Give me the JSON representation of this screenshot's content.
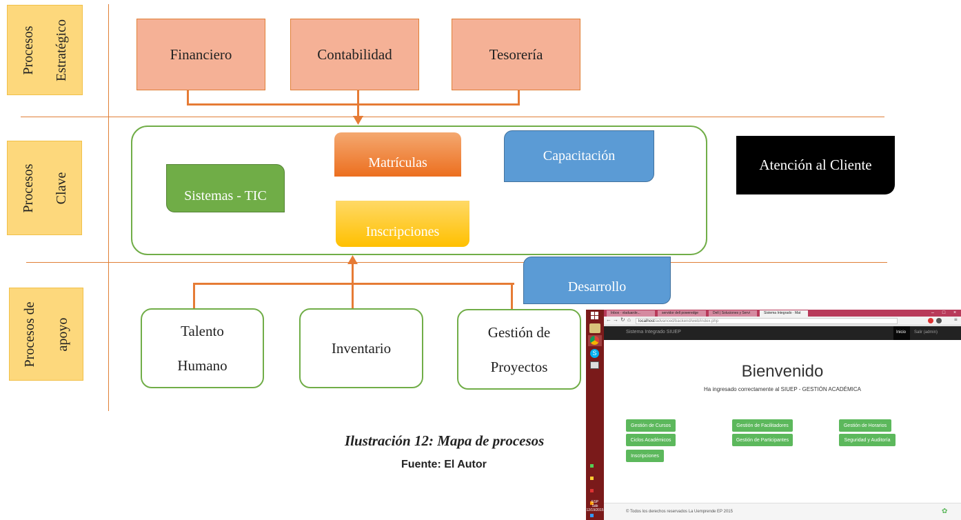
{
  "rows": {
    "strategic": "Procesos Estratégico",
    "key": "Procesos Clave",
    "support": "Procesos de apoyo"
  },
  "strategic_boxes": [
    "Financiero",
    "Contabilidad",
    "Tesorería"
  ],
  "key_boxes": {
    "sistemas": "Sistemas - TIC",
    "matriculas": "Matrículas",
    "capacitacion": "Capacitación",
    "inscripciones": "Inscripciones",
    "atencion": "Atención al Cliente",
    "desarrollo": "Desarrollo"
  },
  "support_boxes": {
    "talento_1": "Talento",
    "talento_2": "Humano",
    "inventario": "Inventario",
    "gestion_1": "Gestión de",
    "gestion_2": "Proyectos"
  },
  "caption": "Ilustración 12: Mapa de procesos",
  "source": "Fuente: El Autor",
  "colors": {
    "orange_line": "#e07e35",
    "salmon": "#f5b196",
    "green": "#70ad47",
    "blue": "#5b9bd5",
    "yellow": "#ffc000",
    "black": "#000000"
  },
  "screenshot": {
    "tabs": [
      "Inbox · vladuarde...",
      "servidor dell poweredge",
      "Dell | Soluciones y Servi",
      "Sistema Integrado · Mat"
    ],
    "url_host": "localhost",
    "url_path": "/advanced/backend/web/index.php",
    "navbar_brand": "Sistema Integrado SIUEP",
    "nav_inicio": "Inicio",
    "nav_salir": "Salir (admin)",
    "title": "Bienvenido",
    "subtitle": "Ha ingresado correctamente al SIUEP - GESTIÓN ACADÉMICA",
    "buttons": [
      "Gestión de Cursos",
      "Gestión de Facilitadores",
      "Gestión de Horarios",
      "Ciclos Académicos",
      "Gestión de Participantes",
      "Seguridad y Auditoría",
      "Inscripciones"
    ],
    "footer": "© Todos los derechos reservados La Uemprende EP 2015",
    "taskbar_lang": "ESP",
    "taskbar_day": "Sáb",
    "taskbar_date": "12/19/2015"
  }
}
